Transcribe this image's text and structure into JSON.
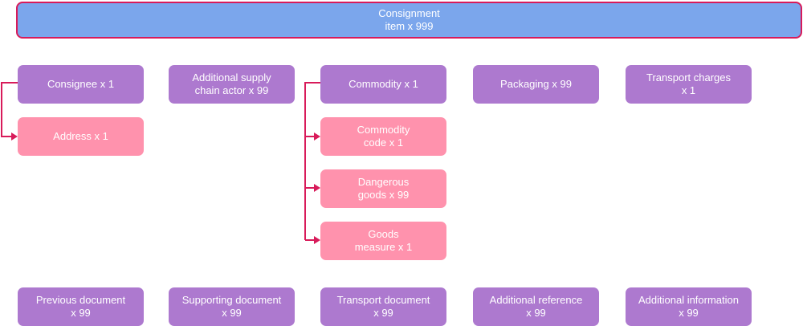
{
  "diagram": {
    "root": {
      "label": "Consignment\nitem x 999"
    },
    "row1": [
      {
        "label": "Consignee x 1"
      },
      {
        "label": "Additional supply\nchain actor x 99"
      },
      {
        "label": "Commodity x 1"
      },
      {
        "label": "Packaging x 99"
      },
      {
        "label": "Transport charges\nx 1"
      }
    ],
    "consignee_children": [
      {
        "label": "Address x 1"
      }
    ],
    "commodity_children": [
      {
        "label": "Commodity\ncode x 1"
      },
      {
        "label": "Dangerous\ngoods x 99"
      },
      {
        "label": "Goods\nmeasure x 1"
      }
    ],
    "row_bottom": [
      {
        "label": "Previous document\nx 99"
      },
      {
        "label": "Supporting document\nx 99"
      },
      {
        "label": "Transport document\nx 99"
      },
      {
        "label": "Additional reference\nx 99"
      },
      {
        "label": "Additional information\nx 99"
      }
    ],
    "colors": {
      "root_fill": "#7ba6ec",
      "root_border": "#d81b5a",
      "parent_fill": "#ad79cf",
      "child_fill": "#ff92ad",
      "connector": "#d81b5a"
    }
  }
}
